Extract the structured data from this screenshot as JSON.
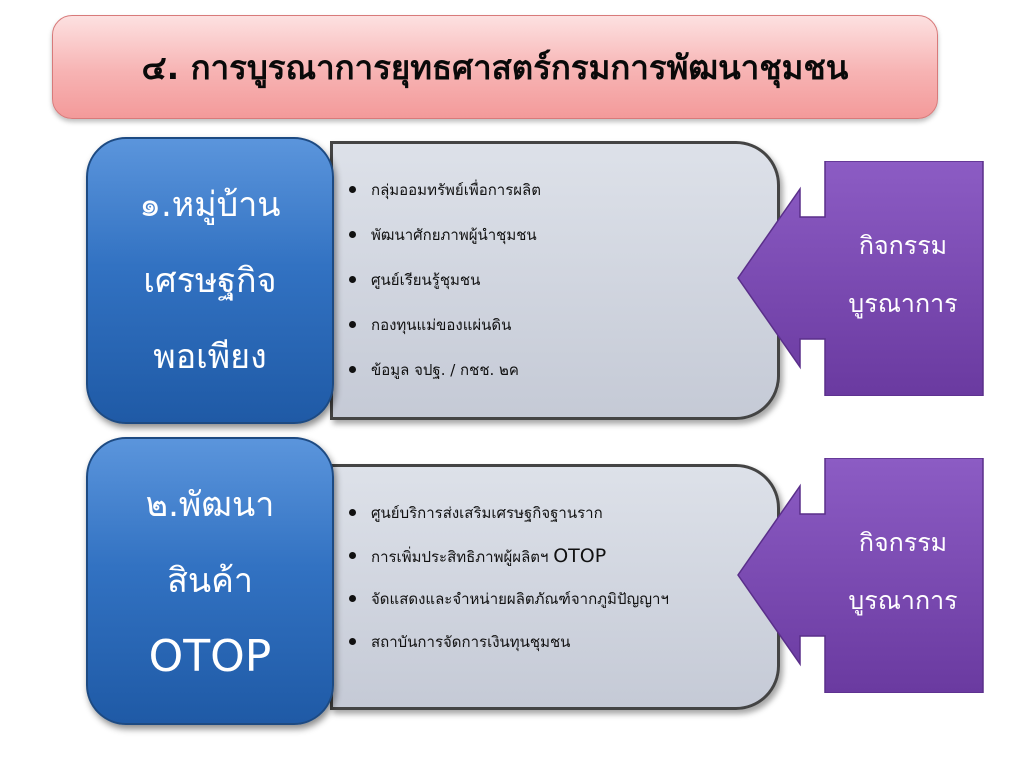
{
  "title": "๔. การบูรณาการยุทธศาสตร์กรมการพัฒนาชุมชน",
  "rows": [
    {
      "heading": [
        "๑.หมู่บ้าน",
        "เศรษฐกิจ",
        "พอเพียง"
      ],
      "items": [
        "กลุ่มออมทรัพย์เพื่อการผลิต",
        "พัฒนาศักยภาพผู้นำชุมชน",
        "ศูนย์เรียนรู้ชุมชน",
        "กองทุนแม่ของแผ่นดิน",
        "ข้อมูล จปฐ. / กชช. ๒ค"
      ],
      "arrow": [
        "กิจกรรม",
        "บูรณาการ"
      ]
    },
    {
      "heading": [
        "๒.พัฒนา",
        "สินค้า",
        "OTOP"
      ],
      "items": [
        "ศูนย์บริการส่งเสริมเศรษฐกิจฐานราก",
        "การเพิ่มประสิทธิภาพผู้ผลิตฯ OTOP",
        "จัดแสดงและจำหน่ายผลิตภัณฑ์จากภูมิปัญญาฯ",
        "สถาบันการจัดการเงินทุนชุมชน"
      ],
      "arrow": [
        "กิจกรรม",
        "บูรณาการ"
      ]
    }
  ],
  "colors": {
    "title_fill": "#f7b3b3",
    "blue_box": "#3272c2",
    "content_box": "#cfd3dd",
    "purple_arrow": "#7b4bb0"
  }
}
